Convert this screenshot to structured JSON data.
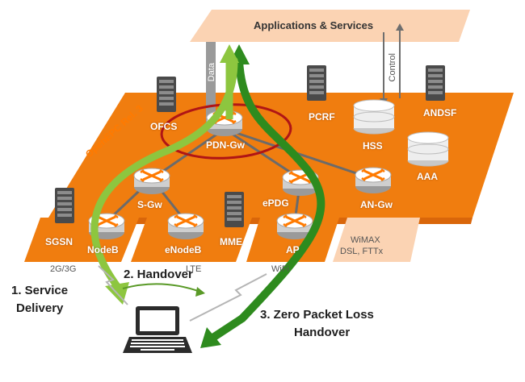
{
  "apps_label": "Applications & Services",
  "data_label": "Data",
  "control_label": "Control",
  "release_label": "OpenEPC Rel. 3",
  "nodes": {
    "ofcs": "OFCS",
    "pcrf": "PCRF",
    "andsf": "ANDSF",
    "pdn_gw": "PDN-Gw",
    "hss": "HSS",
    "aaa": "AAA",
    "s_gw": "S-Gw",
    "epdg": "ePDG",
    "an_gw": "AN-Gw",
    "sgsn": "SGSN",
    "nodeb": "NodeB",
    "enodeb": "eNodeB",
    "mme": "MME",
    "ap": "AP"
  },
  "access": {
    "g23": "2G/3G",
    "lte": "LTE",
    "wifi": "WiFi",
    "wimax_line1": "WiMAX",
    "wimax_line2": "DSL, FTTx"
  },
  "steps": {
    "s1_line1": "1. Service",
    "s1_line2": "Delivery",
    "s2": "2. Handover",
    "s3_line1": "3. Zero Packet Loss",
    "s3_line2": "Handover"
  },
  "colors": {
    "orange": "#f07d0f",
    "orange_dark": "#d9660a",
    "peach": "#fbd3b3",
    "light_green": "#8dc63f",
    "dark_green": "#2e8b1e",
    "highlight_red": "#b01515"
  },
  "icons": [
    "router-icon",
    "server-icon",
    "database-icon",
    "laptop-icon",
    "wireless-signal-icon"
  ]
}
